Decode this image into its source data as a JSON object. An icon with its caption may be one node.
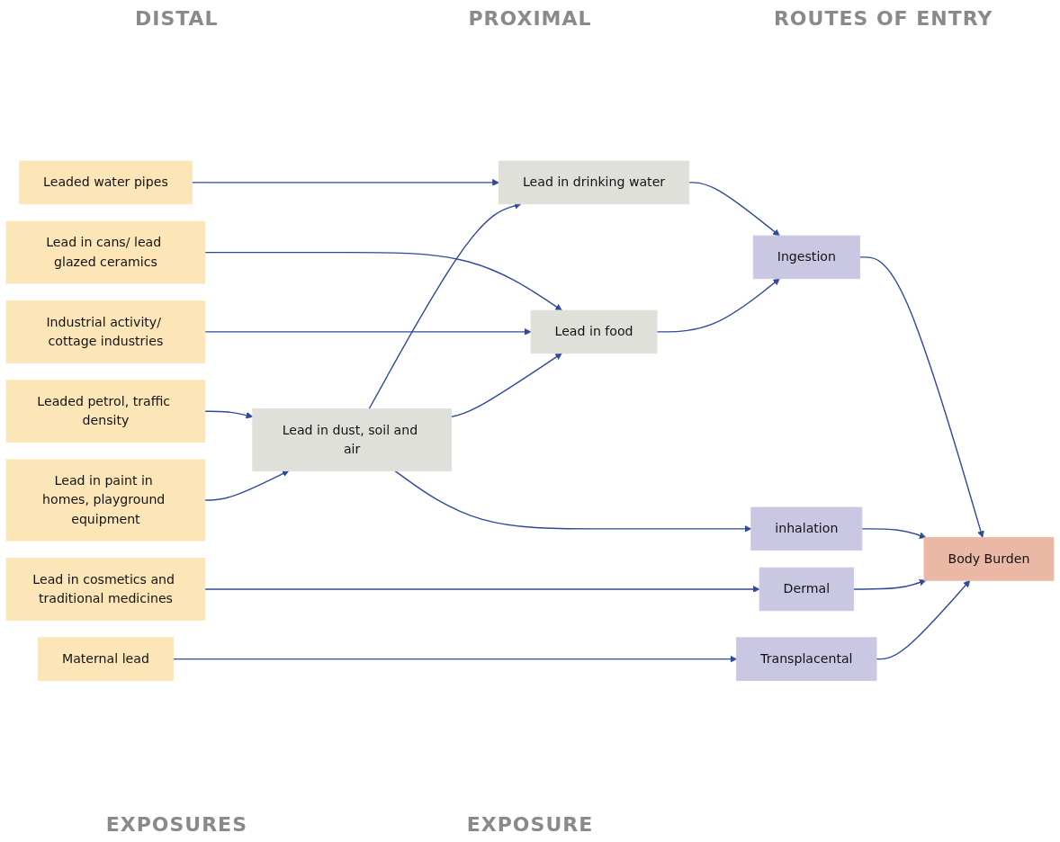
{
  "diagram": {
    "nodes": [
      {
        "text": [
          "Leaded water pipes"
        ]
      },
      {
        "text": [
          "Lead in cans/ lead glazed ceramics"
        ]
      },
      {
        "text": [
          "Leaded petrol, traffic density"
        ]
      },
      {
        "text": [
          "Industrial activity/ cottage industries"
        ]
      },
      {
        "text": [
          "Lead in paint in homes, playground equipment"
        ]
      },
      {
        "text": [
          "Lead in cosmetics and traditional medicines"
        ]
      },
      {
        "text": [
          "Maternal lead"
        ]
      },
      {
        "text": [
          "Lead in drinking water"
        ]
      },
      {
        "text": [
          "Lead in food"
        ]
      },
      {
        "text": [
          "Lead in dust, soil and air"
        ]
      },
      {
        "text": [
          "Ingestion"
        ]
      },
      {
        "text": [
          "inhalation"
        ]
      },
      {
        "text": [
          "Dermal"
        ]
      },
      {
        "text": [
          "Transplacental"
        ]
      },
      {
        "text": [
          "Body Burden"
        ]
      }
    ],
    "edges": [
      {
        "from": 0,
        "to": 7,
        "arrow": "to"
      },
      {
        "from": 1,
        "to": 8,
        "arrow": "to"
      },
      {
        "from": 2,
        "to": 9,
        "arrow": "to"
      },
      {
        "from": 3,
        "to": 8,
        "arrow": "to"
      },
      {
        "from": 4,
        "to": 9,
        "arrow": "to"
      },
      {
        "from": 5,
        "to": 12,
        "arrow": "to"
      },
      {
        "from": 6,
        "to": 13,
        "arrow": "to"
      },
      {
        "from": 9,
        "to": 8,
        "arrow": "to"
      },
      {
        "from": 9,
        "to": 7,
        "arrow": "to"
      },
      {
        "from": 7,
        "to": 10,
        "arrow": "to"
      },
      {
        "from": 8,
        "to": 10,
        "arrow": "to"
      },
      {
        "from": 9,
        "to": 11,
        "arrow": "to"
      },
      {
        "from": 10,
        "to": 14,
        "arrow": "to"
      },
      {
        "from": 11,
        "to": 14,
        "arrow": "to"
      },
      {
        "from": 12,
        "to": 14,
        "arrow": "to"
      },
      {
        "from": 13,
        "to": 14,
        "arrow": "to"
      }
    ],
    "labels": [
      "DISTAL",
      "PROXIMAL",
      "ROUTES OF ENTRY",
      "EXPOSURES",
      "EXPOSURE"
    ]
  }
}
